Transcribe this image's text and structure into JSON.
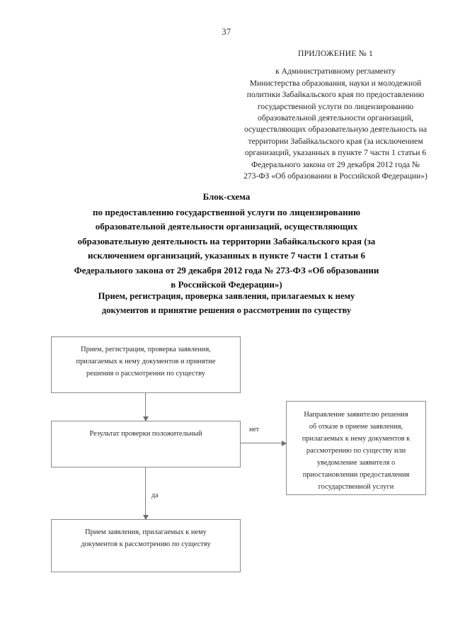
{
  "page": {
    "number": "37"
  },
  "appendix": {
    "title": "ПРИЛОЖЕНИЕ № 1",
    "lines": [
      "к Административному регламенту",
      "Министерства образования, науки и молодежной",
      "политики Забайкальского края по предоставлению",
      "государственной услуги по лицензированию",
      "образовательной деятельности организаций,",
      "осуществляющих образовательную деятельность на",
      "территории Забайкальского края (за исключением",
      "организаций, указанных в пункте 7 части 1 статьи 6",
      "Федерального закона от 29 декабря 2012 года №",
      "273-ФЗ «Об образовании в Российской Федерации»)"
    ]
  },
  "title": {
    "lead": "Блок-схема",
    "lines": [
      "по предоставлению государственной услуги по лицензированию",
      "образовательной деятельности организаций, осуществляющих",
      "образовательную деятельность на территории Забайкальского края (за",
      "исключением организаций, указанных в пункте 7 части 1 статьи 6",
      "Федерального закона от 29 декабря 2012 года № 273-ФЗ «Об образовании",
      "в Российской Федерации»)"
    ]
  },
  "subtitle": {
    "lines": [
      "Прием, регистрация, проверка заявления, прилагаемых к нему",
      "документов и принятие решения о рассмотрении по существу"
    ]
  },
  "flowchart": {
    "nodes": {
      "intake": {
        "lines": [
          "Прием, регистрация, проверка заявления,",
          "прилагаемых к нему документов и принятие",
          "решения о рассмотрении по существу"
        ]
      },
      "check": {
        "lines": [
          "Результат проверки положительный"
        ]
      },
      "refusal": {
        "lines": [
          "Направление заявителю решения",
          "об отказе в приеме заявления,",
          "прилагаемых к нему документов к",
          "рассмотрению по существу или",
          "уведомление заявителя о",
          "приостановлении предоставления",
          "государственной услуги"
        ]
      },
      "accept": {
        "lines": [
          "Прием заявления, прилагаемых к нему",
          "документов к рассмотрению по существу"
        ]
      }
    },
    "edge_labels": {
      "no": "нет",
      "yes": "да"
    }
  },
  "colors": {
    "page_background": "#ffffff",
    "text": "#1a1a1a",
    "node_border": "#8a8a8a",
    "connector": "#7d7d7d"
  }
}
